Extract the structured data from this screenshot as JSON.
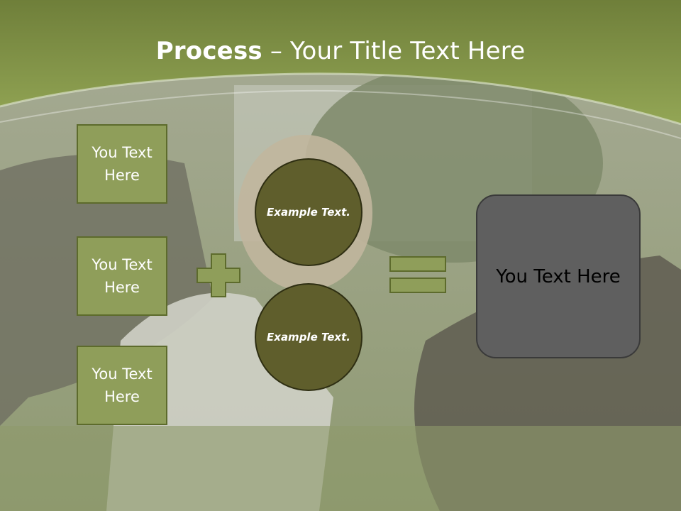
{
  "slide": {
    "title_bold": "Process",
    "title_rest": " – Your Title Text Here",
    "left_boxes": [
      "You Text Here",
      "You Text Here",
      "You Text Here"
    ],
    "circles": [
      "Example Text.",
      "Example Text."
    ],
    "result_text": "You Text Here"
  },
  "colors": {
    "header_green": "#8a9c4c",
    "box_green": "#8f9e5a",
    "circle_olive": "#5f5e2c",
    "result_gray": "#5f5f5f"
  },
  "icons": [
    "plus-icon",
    "equals-icon"
  ]
}
